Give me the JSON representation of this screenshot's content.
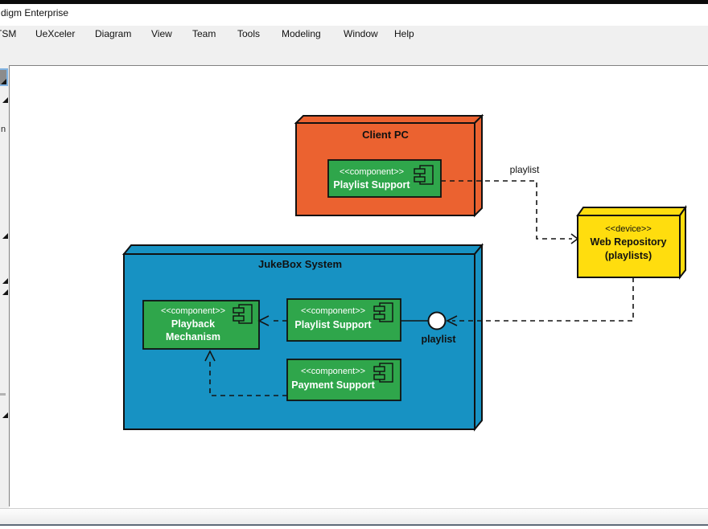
{
  "window": {
    "title_fragment": "digm Enterprise"
  },
  "menu_bar": {
    "items": [
      "TSM",
      "UeXceler",
      "Diagram",
      "View",
      "Team",
      "Tools",
      "Modeling",
      "Window",
      "Help"
    ]
  },
  "palette": {
    "partial_label": "n"
  },
  "canvas": {
    "nodes": {
      "client_pc": {
        "title": "Client PC",
        "fill": "#EB6230"
      },
      "jukebox_system": {
        "title": "JukeBox System",
        "fill": "#1792C3"
      },
      "web_repository": {
        "stereotype": "<<device>>",
        "name": "Web Repository",
        "qualifier": "(playlists)",
        "fill": "#FFDD0E"
      }
    },
    "components": {
      "fill": "#2FA64B",
      "client_playlist_support": {
        "stereotype": "<<component>>",
        "name": "Playlist Support"
      },
      "playback_mechanism": {
        "stereotype": "<<component>>",
        "name_line1": "Playback",
        "name_line2": "Mechanism"
      },
      "jukebox_playlist_support": {
        "stereotype": "<<component>>",
        "name": "Playlist Support"
      },
      "payment_support": {
        "stereotype": "<<component>>",
        "name": "Payment Support"
      }
    },
    "edges": {
      "client_to_webrepo_label": "playlist",
      "interface_ball_label": "playlist"
    }
  }
}
